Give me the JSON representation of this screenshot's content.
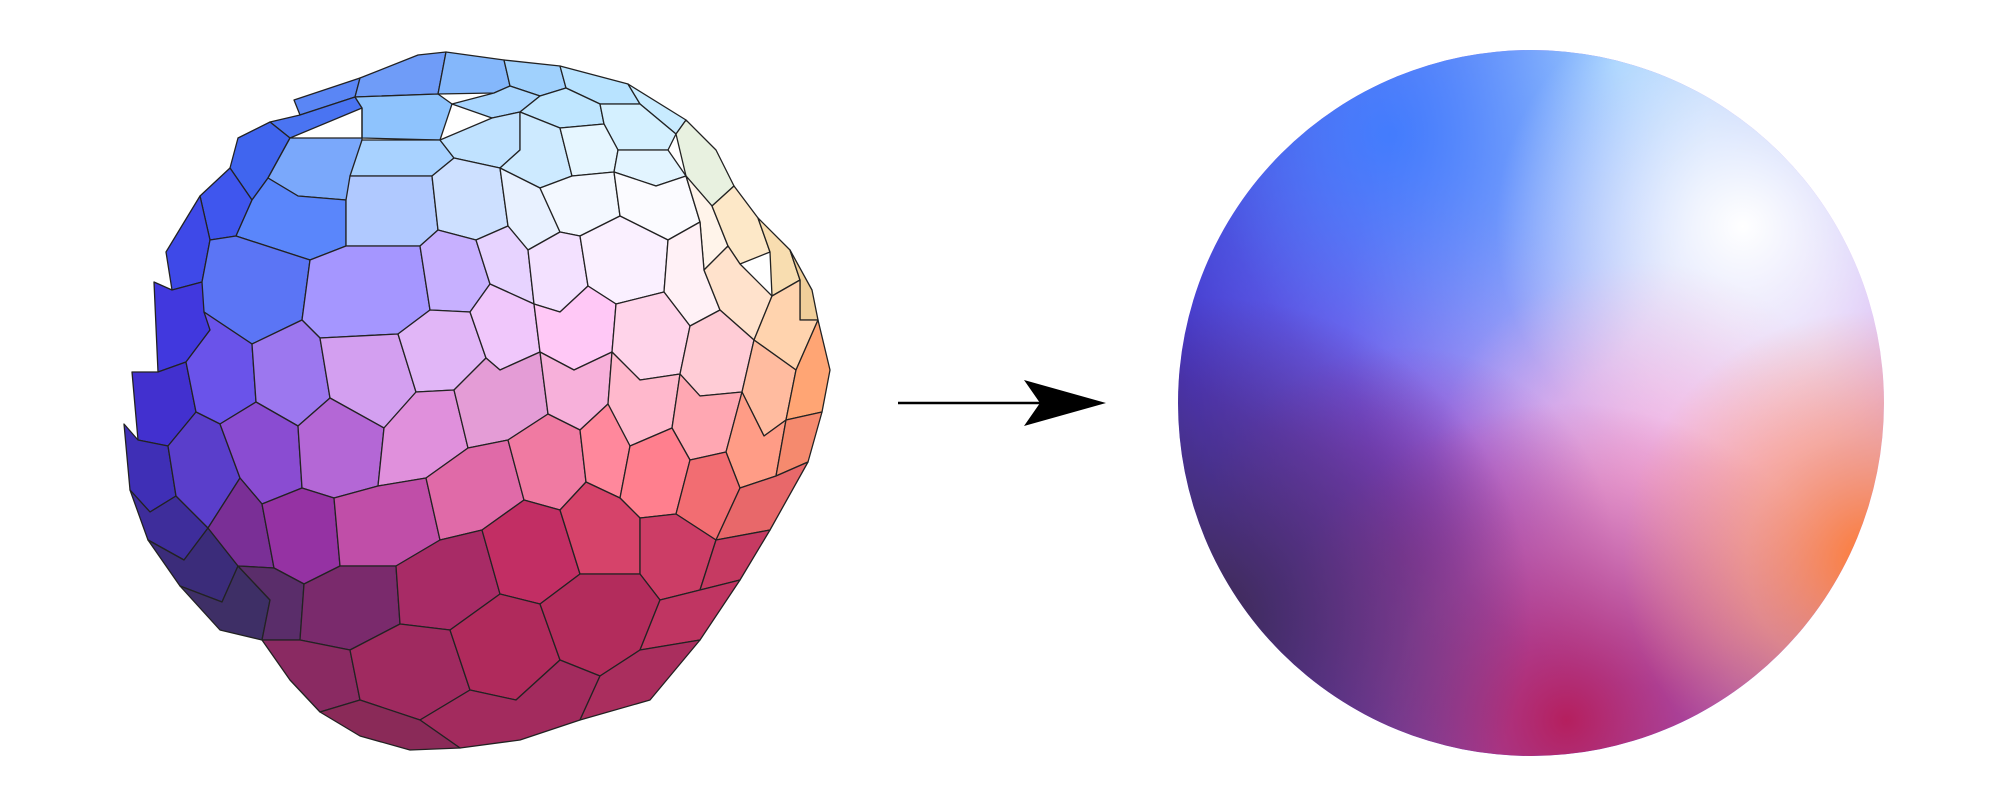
{
  "figure": {
    "left_panel": "voronoi-polyhedron",
    "arrow": "arrow-right",
    "right_panel": "smooth-sphere"
  },
  "colors": {
    "background": "#ffffff",
    "edge": "#222222",
    "arrow": "#000000",
    "blue": "#4d7cff",
    "deep_blue": "#4a30d8",
    "sky": "#8fd6ff",
    "white": "#ffffff",
    "pink": "#ffc2f0",
    "orange": "#ff8a3d",
    "magenta": "#c0306a",
    "purple": "#8a2fa8",
    "dark_purple": "#4a2f5c"
  }
}
